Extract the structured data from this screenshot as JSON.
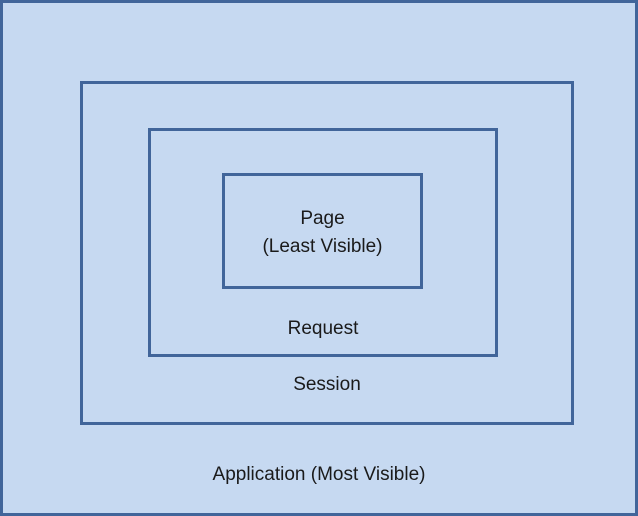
{
  "diagram": {
    "application_label": "Application (Most Visible)",
    "session_label": "Session",
    "request_label": "Request",
    "page_label_line1": "Page",
    "page_label_line2": "(Least Visible)"
  },
  "colors": {
    "fill": "#c6d9f1",
    "border": "#41659a",
    "text": "#1a1a1a"
  }
}
